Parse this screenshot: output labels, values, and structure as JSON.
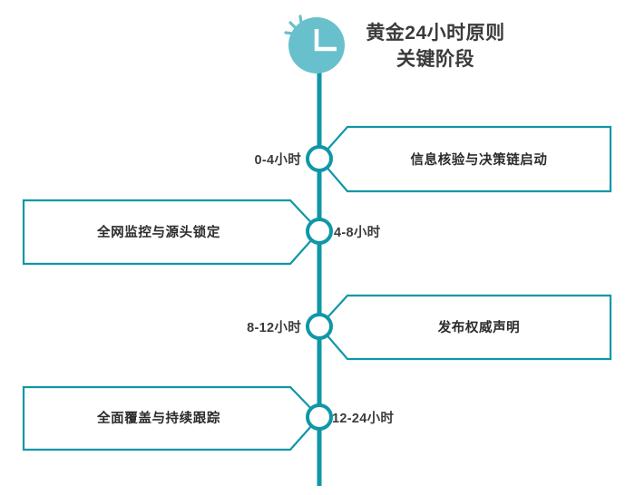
{
  "page": {
    "background": "#ffffff",
    "accent_color": "#0f97a8",
    "accent_light": "#68c0cc",
    "text_color": "#3b3b3b"
  },
  "header": {
    "icon": "clock-icon",
    "title_line1": "黄金24小时原则",
    "title_line2": "关键阶段"
  },
  "timeline": {
    "axis_label": "timeline-axis",
    "milestones": [
      {
        "time_label": "0-4小时",
        "description": "信息核验与决策链启动",
        "side": "right"
      },
      {
        "time_label": "4-8小时",
        "description": "全网监控与源头锁定",
        "side": "left"
      },
      {
        "time_label": "8-12小时",
        "description": "发布权威声明",
        "side": "right"
      },
      {
        "time_label": "12-24小时",
        "description": "全面覆盖与持续跟踪",
        "side": "left"
      }
    ]
  }
}
